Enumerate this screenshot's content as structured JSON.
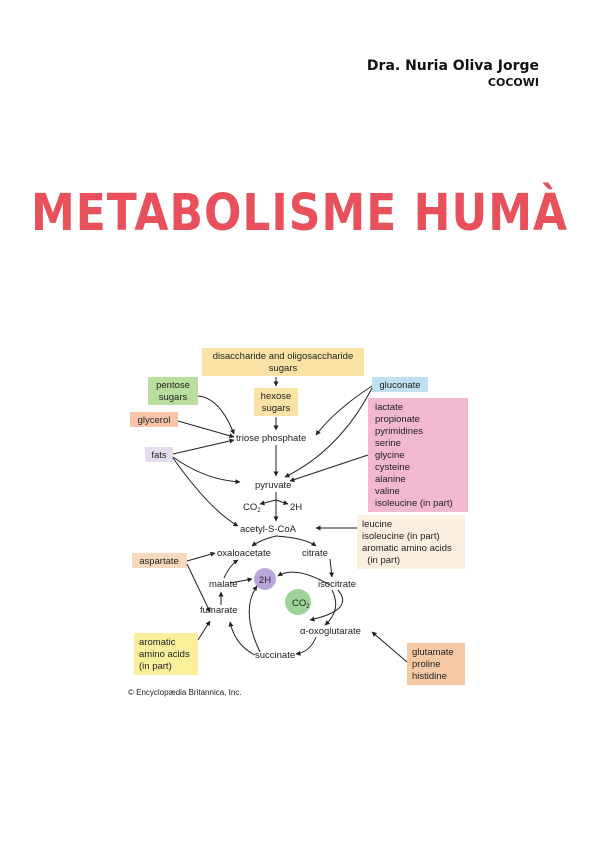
{
  "header": {
    "author": "Dra. Nuria Oliva Jorge",
    "org": "COCOWI"
  },
  "title": "METABOLISME HUMÀ",
  "diagram": {
    "boxes": {
      "disaccharide": [
        "disaccharide and oligosaccharide",
        "sugars"
      ],
      "pentose": [
        "pentose",
        "sugars"
      ],
      "hexose": [
        "hexose",
        "sugars"
      ],
      "gluconate": [
        "gluconate"
      ],
      "glycerol": [
        "glycerol"
      ],
      "fats": [
        "fats"
      ],
      "amino_list": [
        "lactate",
        "propionate",
        "pyrimidines",
        "serine",
        "glycine",
        "cysteine",
        "alanine",
        "valine",
        "isoleucine (in part)"
      ],
      "leucine": [
        "leucine",
        "isoleucine (in part)",
        "aromatic amino acids",
        "  (in part)"
      ],
      "aspartate": [
        "aspartate"
      ],
      "aromatic": [
        "aromatic",
        "amino acids",
        "(in part)"
      ],
      "glutamate": [
        "glutamate",
        "proline",
        "histidine"
      ]
    },
    "labels": {
      "triose": "triose phosphate",
      "pyruvate": "pyruvate",
      "co2_a": "CO",
      "co2_a_sub": "2",
      "h2_a": "2H",
      "acetyl": "acetyl-S-CoA",
      "oxaloacetate": "oxaloacetate",
      "citrate": "citrate",
      "malate": "malate",
      "h2_center": "2H",
      "isocitrate": "isocitrate",
      "co2_center": "CO",
      "co2_center_sub": "2",
      "fumarate": "fumarate",
      "oxoglutarate": "α-oxoglutarate",
      "succinate": "succinate"
    },
    "credit": "© Encyclopædia Britannica, Inc."
  }
}
